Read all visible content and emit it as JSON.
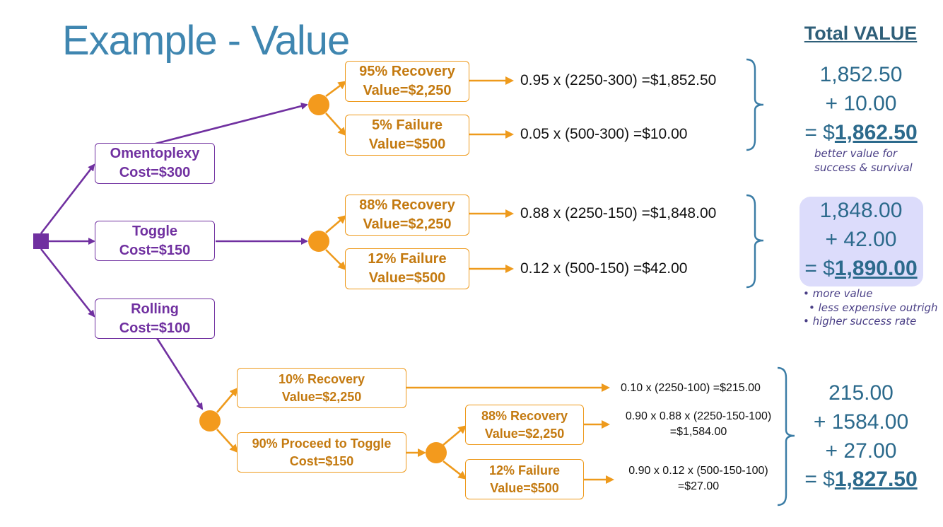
{
  "title": "Example - Value",
  "total_header": "Total VALUE",
  "nodes": {
    "omentoplexy": {
      "name": "Omentoplexy",
      "cost": "Cost=$300"
    },
    "toggle": {
      "name": "Toggle",
      "cost": "Cost=$150"
    },
    "rolling": {
      "name": "Rolling",
      "cost": "Cost=$100"
    },
    "om_recovery": {
      "line1": "95% Recovery",
      "line2": "Value=$2,250"
    },
    "om_failure": {
      "line1": "5% Failure",
      "line2": "Value=$500"
    },
    "tg_recovery": {
      "line1": "88% Recovery",
      "line2": "Value=$2,250"
    },
    "tg_failure": {
      "line1": "12% Failure",
      "line2": "Value=$500"
    },
    "ro_recovery": {
      "line1": "10% Recovery",
      "line2": "Value=$2,250"
    },
    "ro_proceed": {
      "line1": "90% Proceed to Toggle",
      "line2": "Cost=$150"
    },
    "ro_tg_recovery": {
      "line1": "88% Recovery",
      "line2": "Value=$2,250"
    },
    "ro_tg_failure": {
      "line1": "12% Failure",
      "line2": "Value=$500"
    }
  },
  "calculations": {
    "om_recovery": "0.95 x (2250-300) =$1,852.50",
    "om_failure": "0.05 x (500-300) =$10.00",
    "tg_recovery": "0.88 x (2250-150) =$1,848.00",
    "tg_failure": "0.12 x (500-150) =$42.00",
    "ro_recovery": "0.10 x (2250-100) =$215.00",
    "ro_tg_recovery_1": "0.90 x 0.88 x (2250-150-100)",
    "ro_tg_recovery_2": "=$1,584.00",
    "ro_tg_failure_1": "0.90 x 0.12 x (500-150-100)",
    "ro_tg_failure_2": "=$27.00"
  },
  "totals": {
    "omentoplexy": {
      "a": "1,852.50",
      "b": "+ 10.00",
      "prefix": "= $",
      "total": "1,862.50"
    },
    "toggle": {
      "a": "1,848.00",
      "b": "+ 42.00",
      "prefix": "= $",
      "total": "1,890.00"
    },
    "rolling": {
      "a": "215.00",
      "b": "+ 1584.00",
      "c": "+ 27.00",
      "prefix": "= $",
      "total": "1,827.50"
    }
  },
  "notes": {
    "omentoplexy_1": "better value for",
    "omentoplexy_2": "success & survival",
    "toggle_1": "• more value",
    "toggle_2": "• less expensive outrigh",
    "toggle_3": "• higher success rate"
  },
  "colors": {
    "purple": "#7030a0",
    "orange": "#ee9a1c",
    "orange_text": "#c47a10",
    "blue": "#3f86b0",
    "highlight": "#dcdcfb"
  }
}
